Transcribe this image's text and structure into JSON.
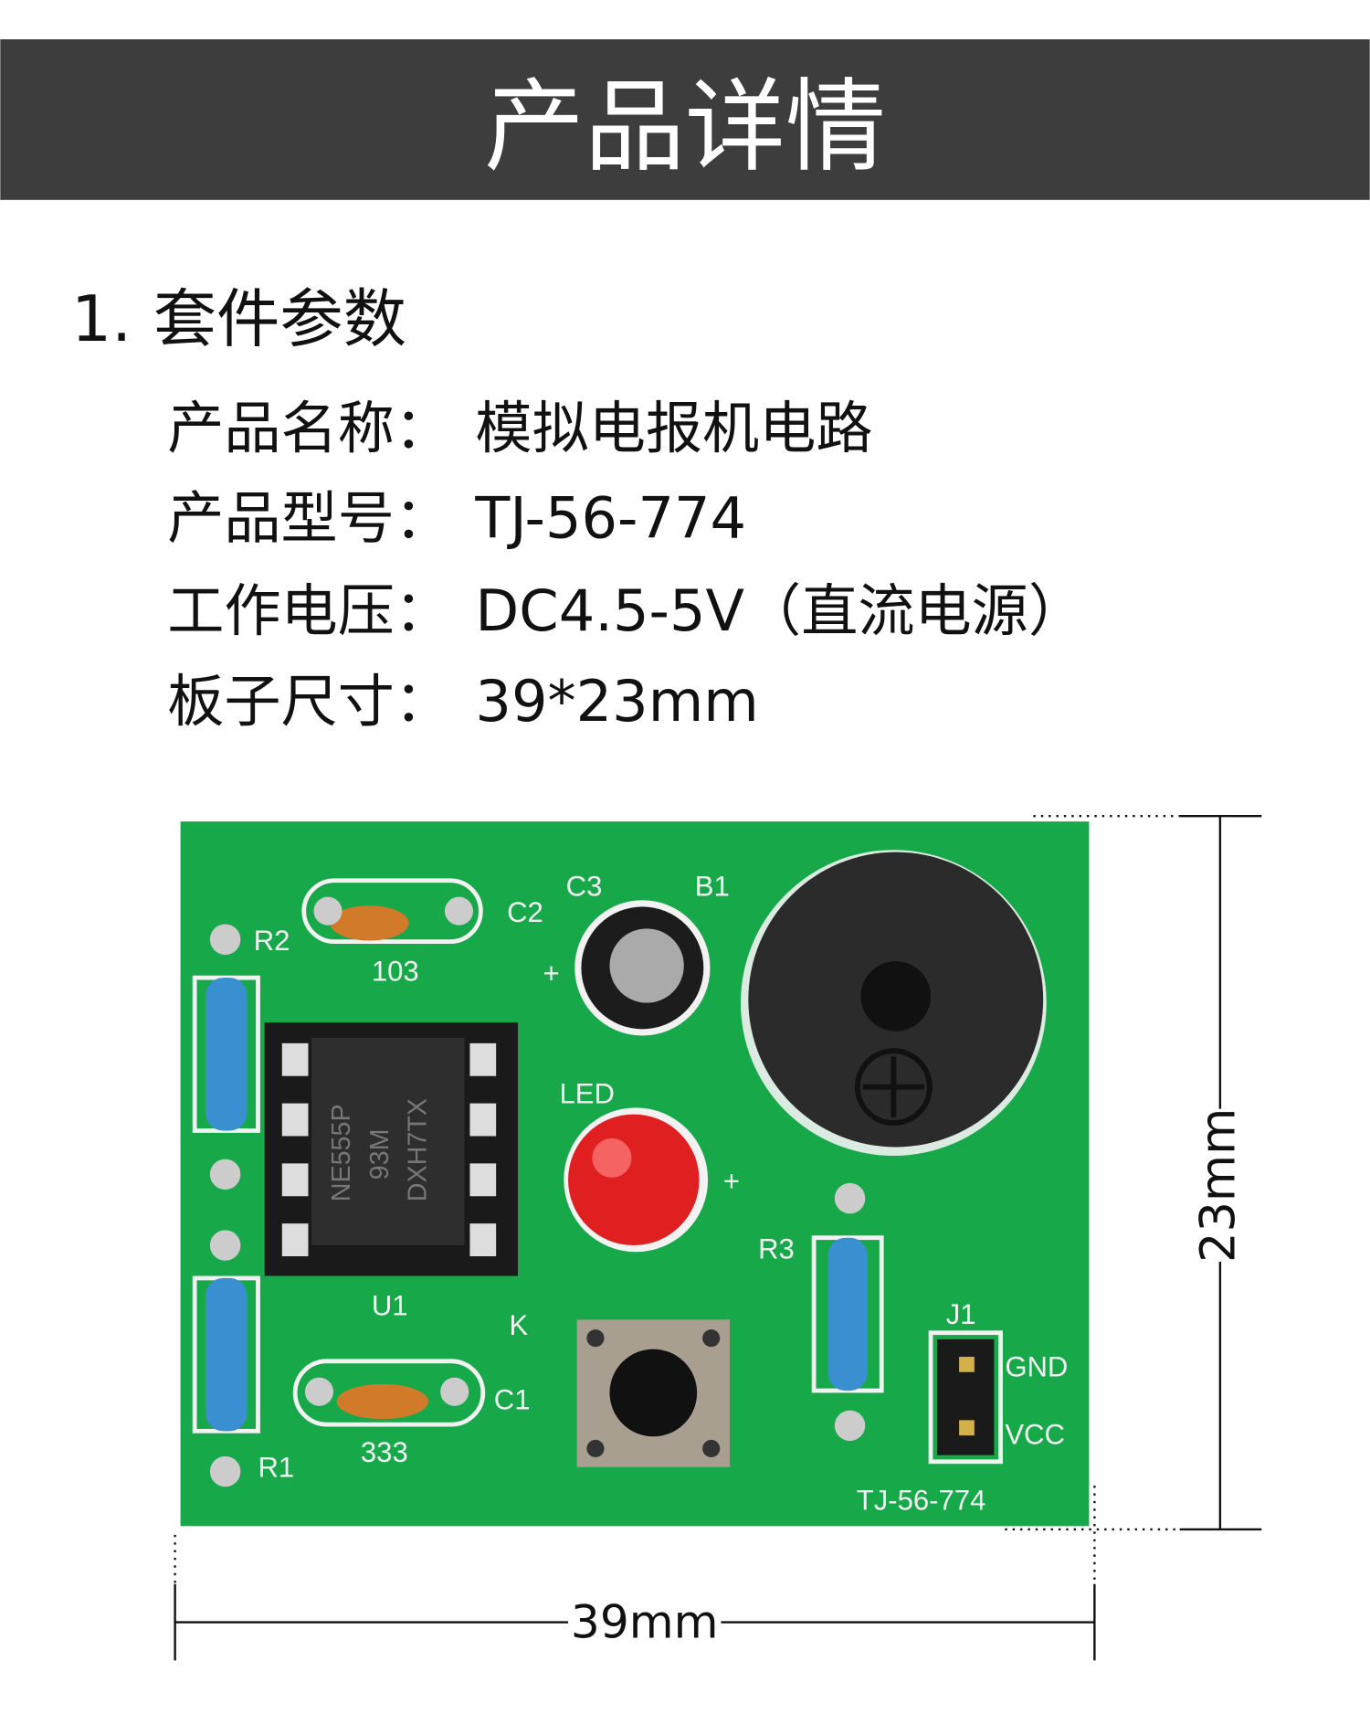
{
  "header": {
    "title": "产品详情",
    "background": "#3d3d3d"
  },
  "section": {
    "number": "1.",
    "title": "套件参数"
  },
  "specs": [
    {
      "label": "产品名称：",
      "value": "模拟电报机电路"
    },
    {
      "label": "产品型号：",
      "value": "TJ-56-774"
    },
    {
      "label": "工作电压：",
      "value": "DC4.5-5V（直流电源）"
    },
    {
      "label": "板子尺寸：",
      "value": "39*23mm"
    }
  ],
  "pcb": {
    "color": "#17a849",
    "silkscreen": {
      "r2": "R2",
      "c2": "C2",
      "c2_value": "103",
      "c3": "C3",
      "b1": "B1",
      "c3_plus": "+",
      "led": "LED",
      "led_plus": "+",
      "r3": "R3",
      "u1": "U1",
      "k": "K",
      "j1": "J1",
      "gnd": "GND",
      "vcc": "VCC",
      "c1": "C1",
      "c1_value": "333",
      "r1": "R1",
      "board_model": "TJ-56-774"
    },
    "chip_markings": [
      "NE555P",
      "93M",
      "DXH7TX"
    ]
  },
  "dimensions": {
    "height": "23mm",
    "width": "39mm"
  }
}
